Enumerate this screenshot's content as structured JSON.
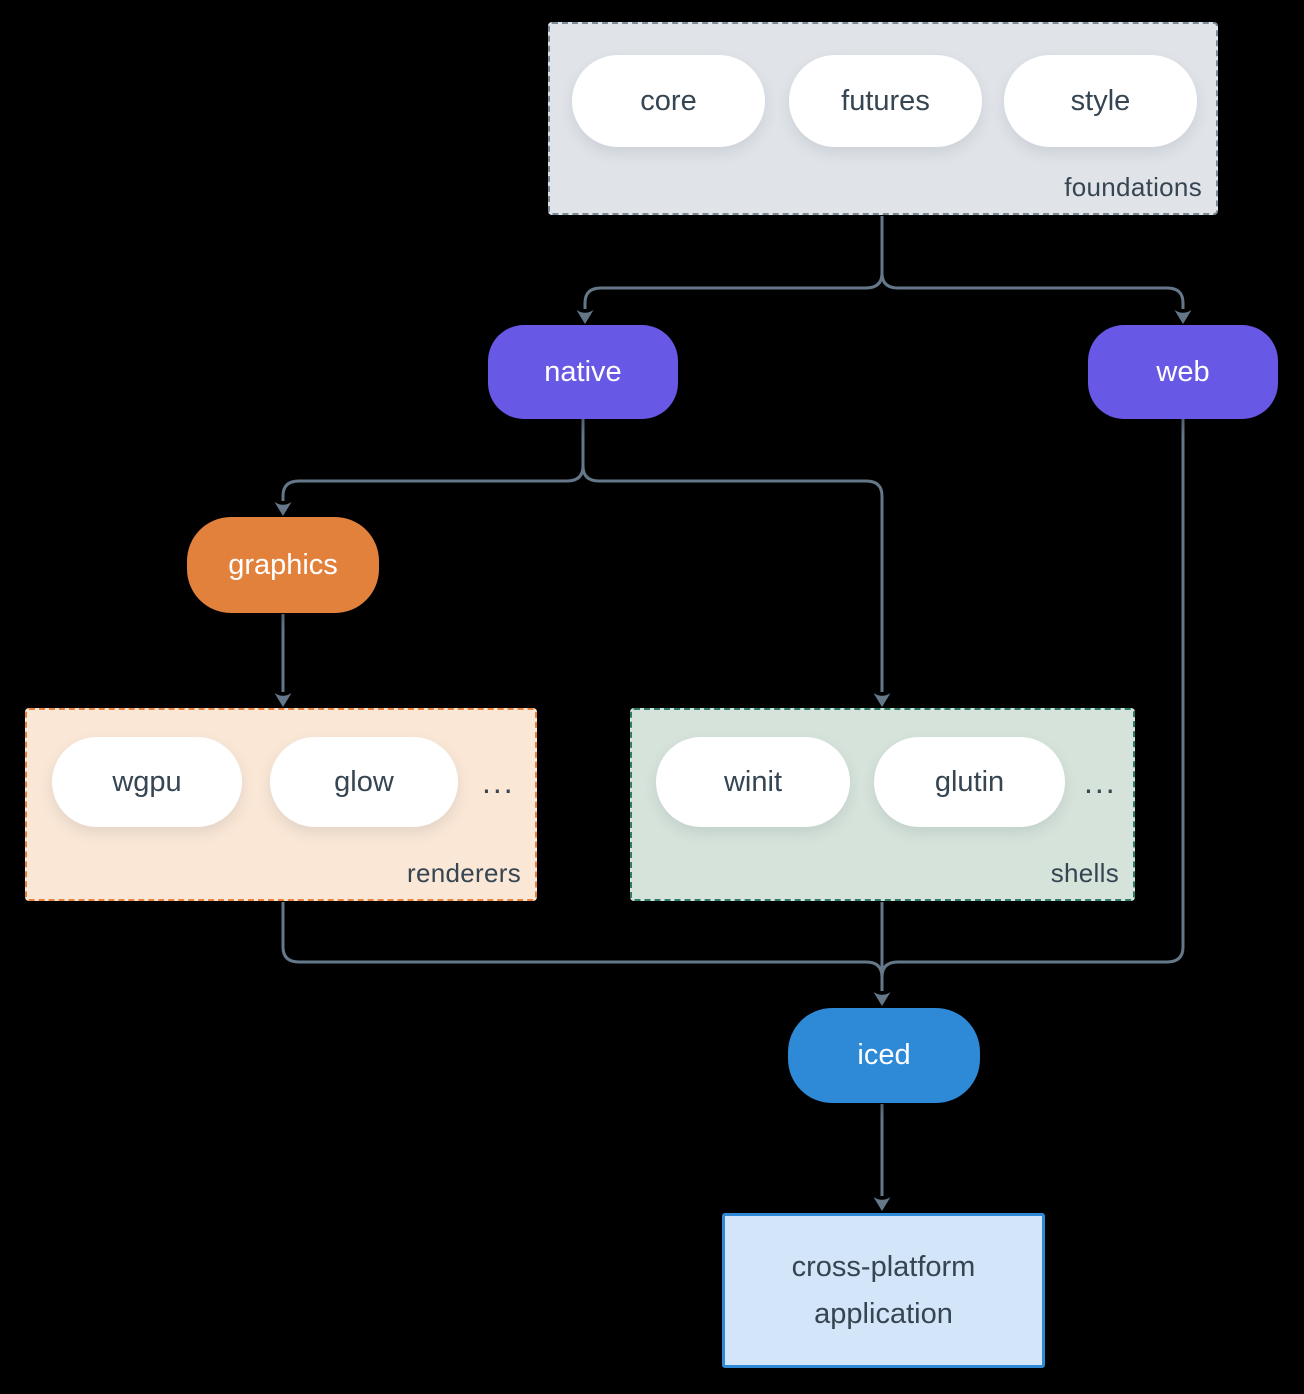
{
  "colors": {
    "background": "#000000",
    "connector": "#64788a",
    "foundations-fill": "#e0e4e9",
    "foundations-border": "#7c8b99",
    "renderers-fill": "#fae7d6",
    "renderers-border": "#e8823c",
    "shells-fill": "#d6e3db",
    "shells-border": "#2e7d6b",
    "node-purple": "#6858e6",
    "node-orange": "#e1813c",
    "node-blue": "#2e89d6",
    "app-fill": "#d3e5f8",
    "app-border": "#2e89d6",
    "pill-fill": "#ffffff",
    "text-dark": "#364552",
    "text-light": "#ffffff"
  },
  "groups": {
    "foundations": {
      "label": "foundations",
      "items": [
        {
          "label": "core"
        },
        {
          "label": "futures"
        },
        {
          "label": "style"
        }
      ]
    },
    "renderers": {
      "label": "renderers",
      "items": [
        {
          "label": "wgpu"
        },
        {
          "label": "glow"
        }
      ],
      "ellipsis": "..."
    },
    "shells": {
      "label": "shells",
      "items": [
        {
          "label": "winit"
        },
        {
          "label": "glutin"
        }
      ],
      "ellipsis": "..."
    }
  },
  "nodes": {
    "native": {
      "label": "native"
    },
    "web": {
      "label": "web"
    },
    "graphics": {
      "label": "graphics"
    },
    "iced": {
      "label": "iced"
    },
    "application": {
      "label": "cross-platform application"
    }
  }
}
